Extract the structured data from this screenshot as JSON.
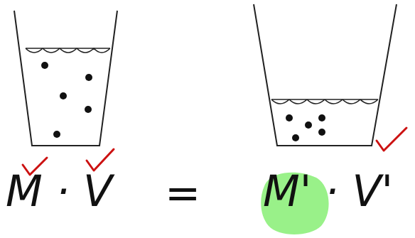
{
  "diagram": {
    "labels": [
      "M · V",
      "=",
      "M' · V'"
    ]
  }
}
